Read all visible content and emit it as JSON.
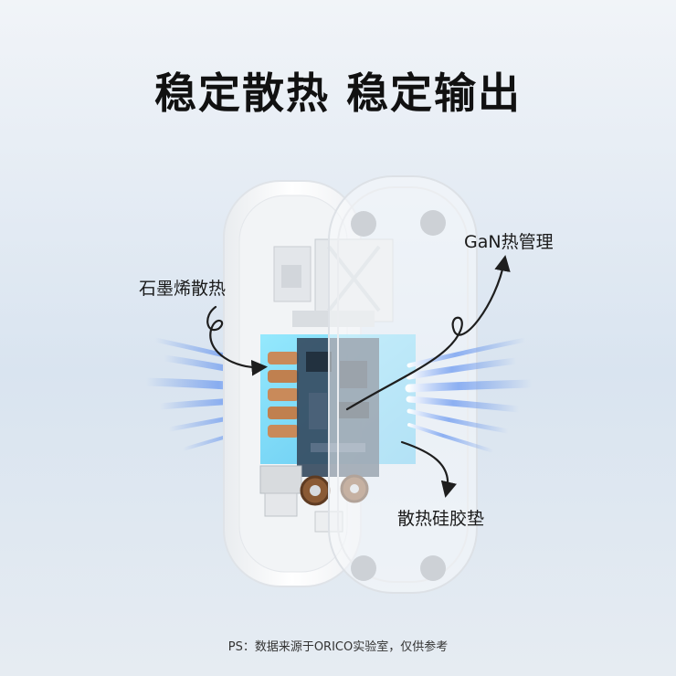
{
  "title": "稳定散热 稳定输出",
  "callouts": {
    "gan": "GaN热管理",
    "graphene": "石墨烯散热",
    "pad": "散热硅胶垫"
  },
  "footnote": "PS：数据来源于ORICO实验室，仅供参考",
  "colors": {
    "background_top": "#eef2f6",
    "background_bottom": "#d7e2ee",
    "glow": "#5fd8f5",
    "airflow": "#7aa6f0",
    "casing": "#f7f8fa",
    "pcb": "#34495e"
  }
}
